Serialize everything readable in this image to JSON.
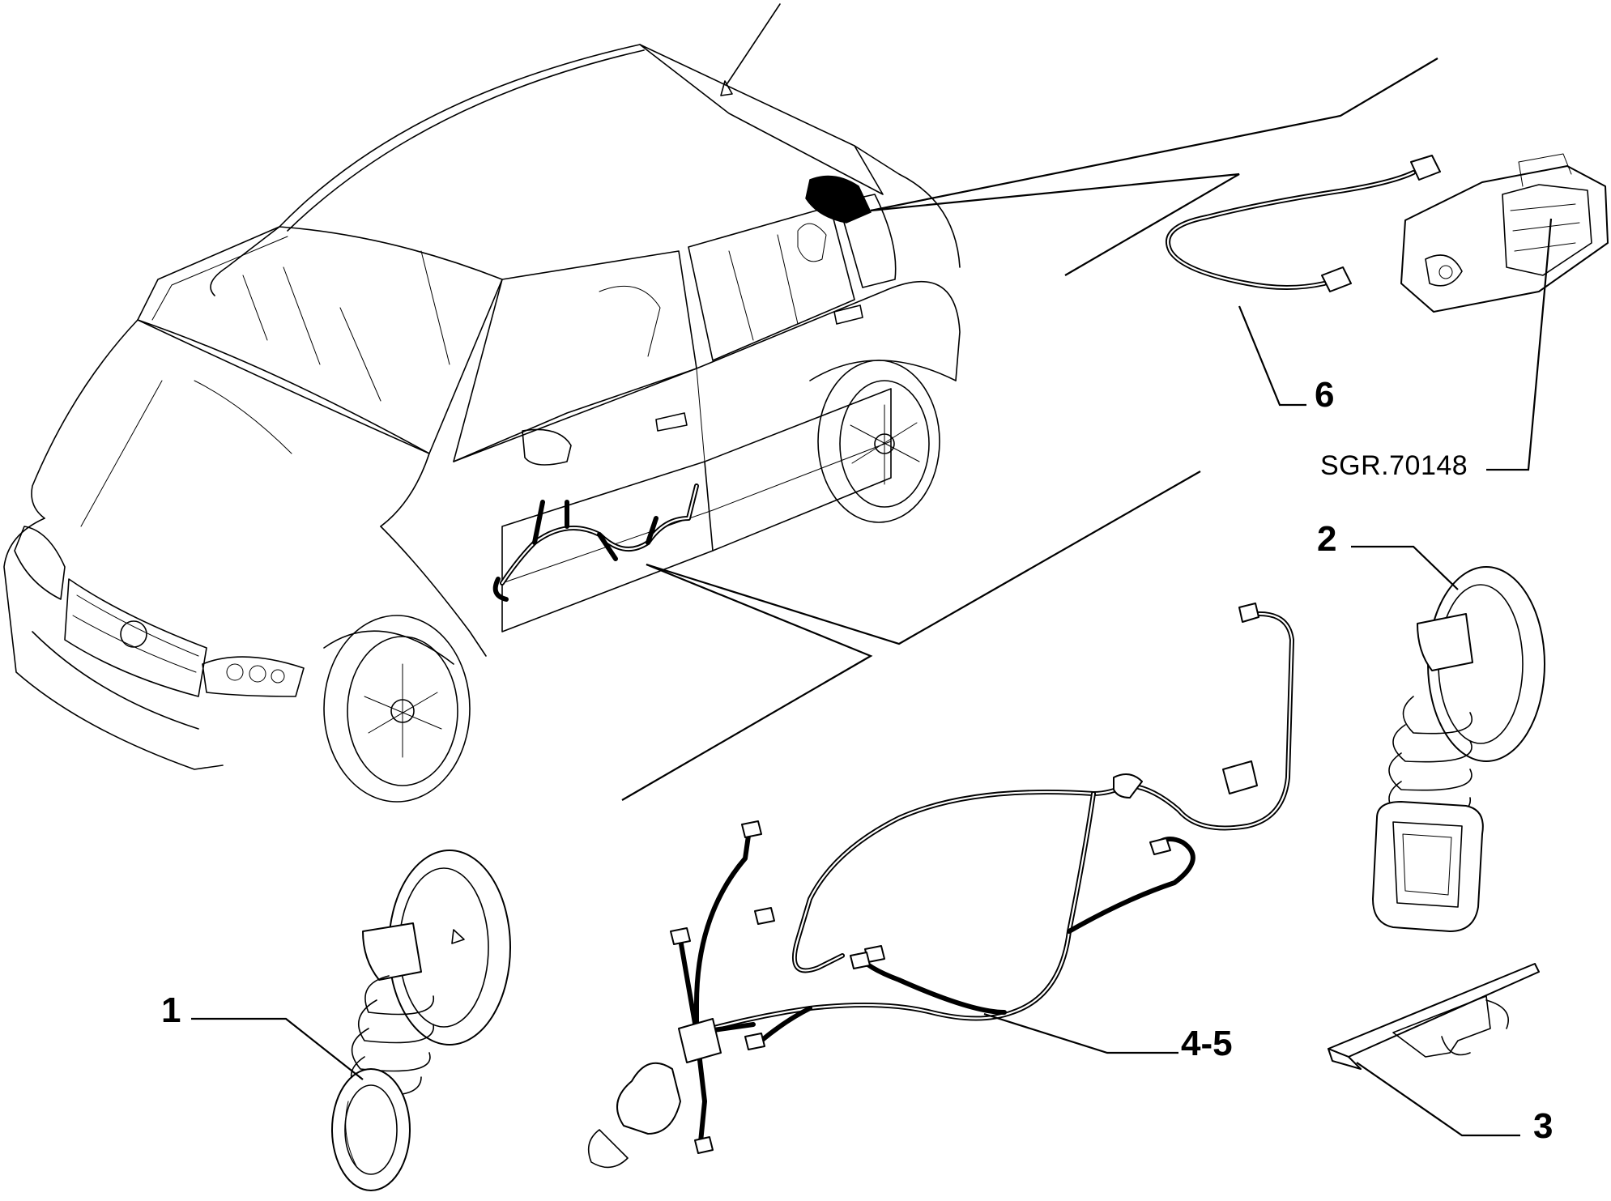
{
  "callouts": {
    "c1": "1",
    "c2": "2",
    "c3": "3",
    "c45": "4-5",
    "c6": "6"
  },
  "reference_code": "SGR.70148"
}
